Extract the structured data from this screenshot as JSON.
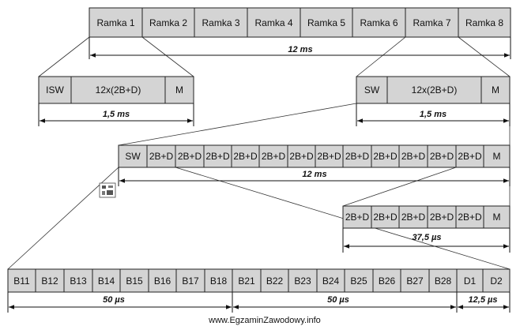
{
  "rows": {
    "frames": [
      "Ramka 1",
      "Ramka 2",
      "Ramka 3",
      "Ramka 4",
      "Ramka 5",
      "Ramka 6",
      "Ramka 7",
      "Ramka 8"
    ],
    "frame1": [
      "ISW",
      "12x(2B+D)",
      "M"
    ],
    "frame7": [
      "SW",
      "12x(2B+D)",
      "M"
    ],
    "multiframe": [
      "SW",
      "2B+D",
      "2B+D",
      "2B+D",
      "2B+D",
      "2B+D",
      "2B+D",
      "2B+D",
      "2B+D",
      "2B+D",
      "2B+D",
      "2B+D",
      "2B+D",
      "M"
    ],
    "subframe": [
      "2B+D",
      "2B+D",
      "2B+D",
      "2B+D",
      "2B+D",
      "M"
    ],
    "bits": [
      "B11",
      "B12",
      "B13",
      "B14",
      "B15",
      "B16",
      "B17",
      "B18",
      "B21",
      "B22",
      "B23",
      "B24",
      "B25",
      "B26",
      "B27",
      "B28",
      "D1",
      "D2"
    ]
  },
  "dimensions": {
    "frames_total": "12 ms",
    "frame1_len": "1,5 ms",
    "frame7_len": "1,5 ms",
    "multiframe_len": "12 ms",
    "subframe_len": "37,5 µs",
    "b1_len": "50 µs",
    "b2_len": "50 µs",
    "d_len": "12,5 µs"
  },
  "watermark": "www.EgzaminZawodowy.info"
}
